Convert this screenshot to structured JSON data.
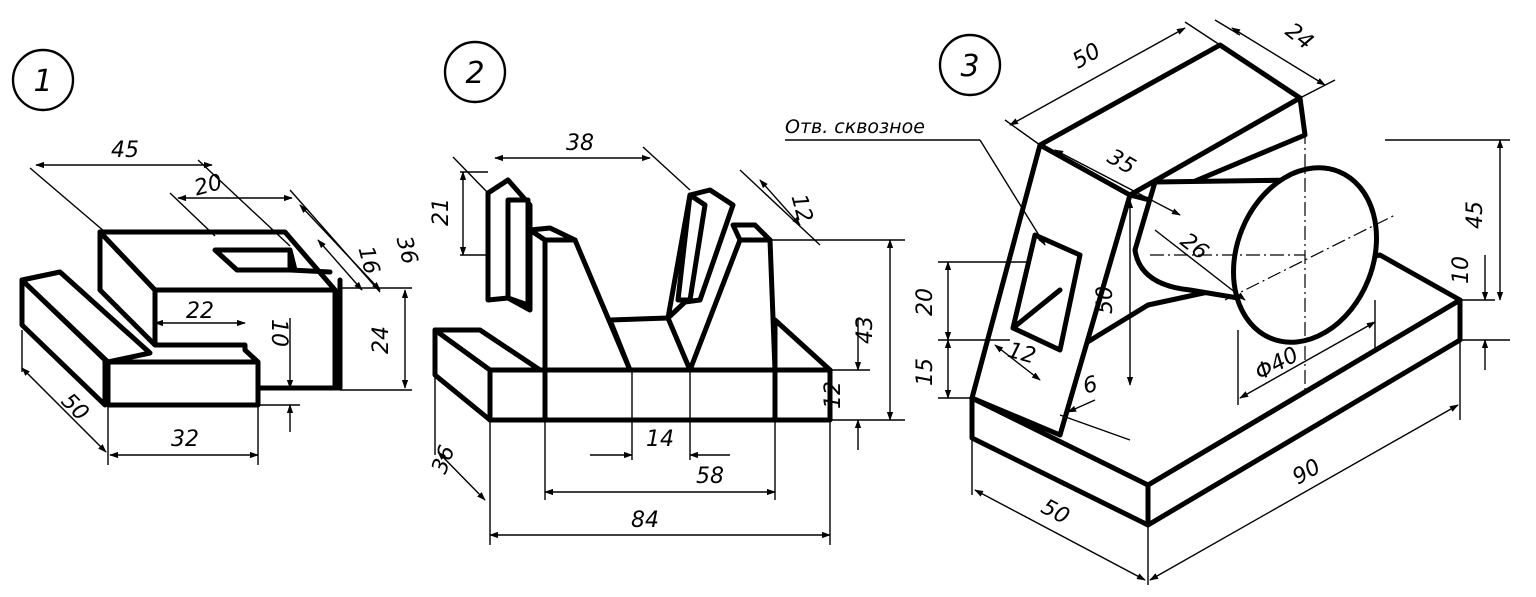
{
  "figures": [
    {
      "number": "1",
      "dims": {
        "d45": "45",
        "d20": "20",
        "d16": "16",
        "d36": "36",
        "d22": "22",
        "d10": "10",
        "d24": "24",
        "d50": "50",
        "d32": "32"
      }
    },
    {
      "number": "2",
      "dims": {
        "d38": "38",
        "d21": "21",
        "d12a": "12",
        "d43": "43",
        "d12b": "12",
        "d14": "14",
        "d58": "58",
        "d36": "36",
        "d84": "84"
      }
    },
    {
      "number": "3",
      "note": "Отв. сквозное",
      "dims": {
        "d50top": "50",
        "d24": "24",
        "d35": "35",
        "d26": "26",
        "d45": "45",
        "d10": "10",
        "d20": "20",
        "d15": "15",
        "d50v": "50",
        "d12": "12",
        "d6": "6",
        "phi40": "Φ40",
        "d50base": "50",
        "d90": "90"
      }
    }
  ]
}
